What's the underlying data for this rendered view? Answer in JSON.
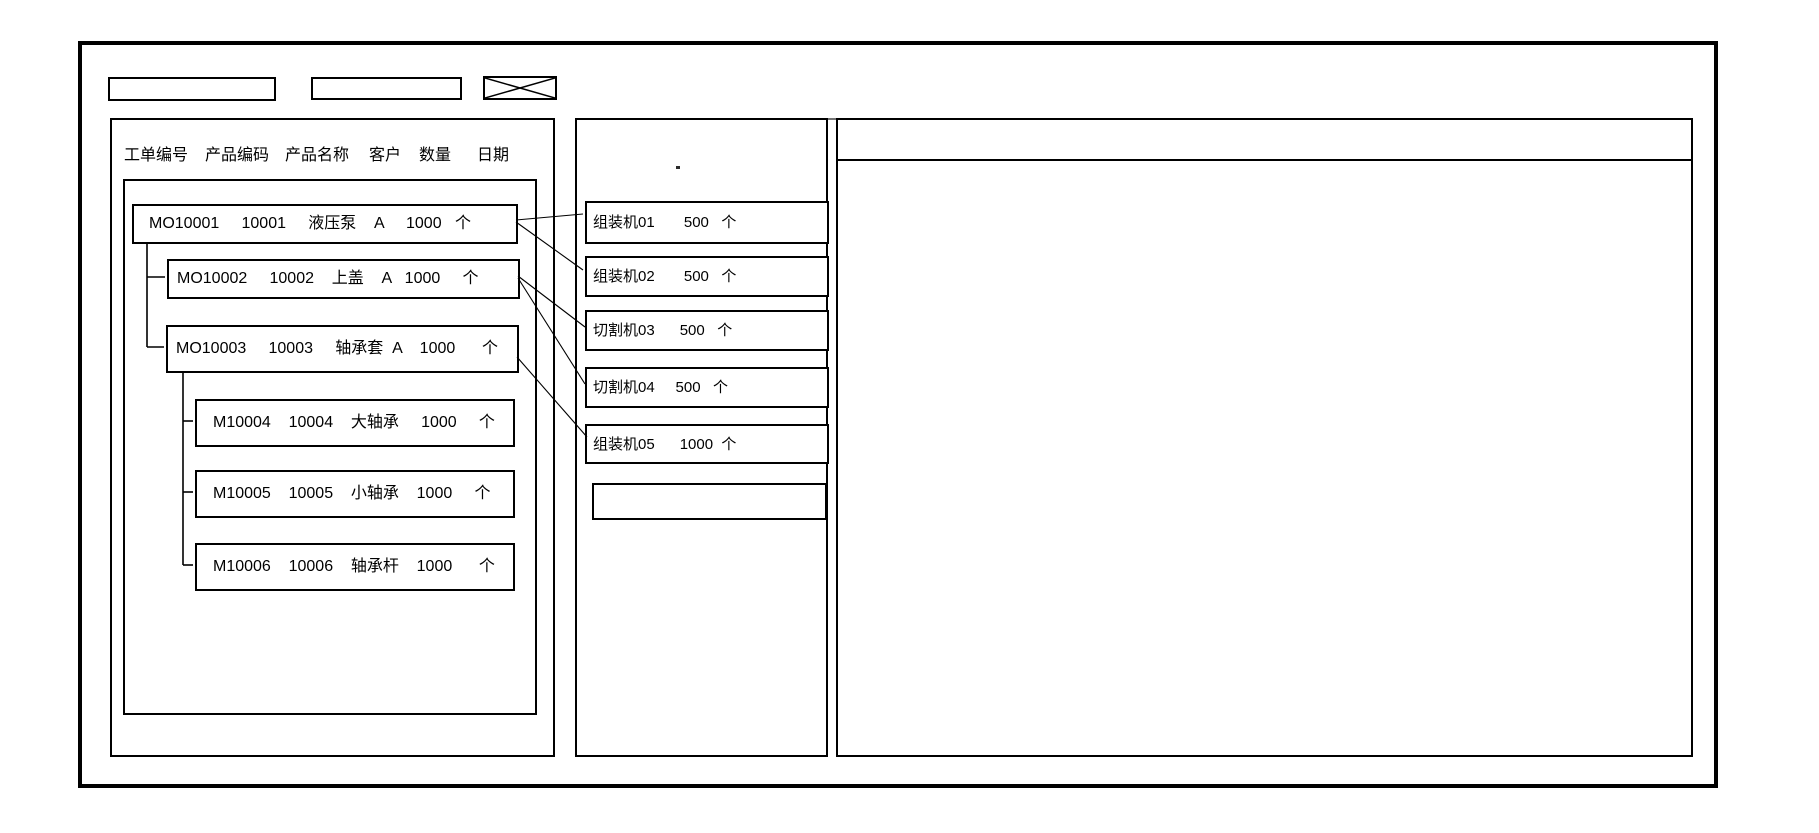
{
  "meta": {
    "background_color": "#ffffff",
    "line_color": "#000000"
  },
  "toolbar": {
    "input1_value": "",
    "input2_value": ""
  },
  "orders_panel": {
    "columns": [
      "工单编号",
      "产品编码",
      "产品名称",
      "客户",
      "数量",
      "日期"
    ],
    "orders": [
      {
        "wo": "MO10001",
        "code": "10001",
        "product": "液压泵",
        "customer": "A",
        "qty": "1000",
        "unit": "个",
        "text": "MO10001     10001     液压泵    A     1000   个"
      },
      {
        "wo": "MO10002",
        "code": "10002",
        "product": "上盖",
        "customer": "A",
        "qty": "1000",
        "unit": "个",
        "text": "MO10002     10002    上盖    A   1000     个"
      },
      {
        "wo": "MO10003",
        "code": "10003",
        "product": "轴承套",
        "customer": "A",
        "qty": "1000",
        "unit": "个",
        "text": "MO10003     10003     轴承套  A    1000      个"
      },
      {
        "wo": "M10004",
        "code": "10004",
        "product": "大轴承",
        "customer": "",
        "qty": "1000",
        "unit": "个",
        "text": "M10004    10004    大轴承     1000     个"
      },
      {
        "wo": "M10005",
        "code": "10005",
        "product": "小轴承",
        "customer": "",
        "qty": "1000",
        "unit": "个",
        "text": "M10005    10005    小轴承    1000     个"
      },
      {
        "wo": "M10006",
        "code": "10006",
        "product": "轴承杆",
        "customer": "",
        "qty": "1000",
        "unit": "个",
        "text": "M10006    10006    轴承杆    1000      个"
      }
    ]
  },
  "machines_panel": {
    "dot": ".",
    "machines": [
      {
        "name": "组装机01",
        "qty": "500",
        "unit": "个",
        "text": "组装机01       500   个"
      },
      {
        "name": "组装机02",
        "qty": "500",
        "unit": "个",
        "text": "组装机02       500   个"
      },
      {
        "name": "切割机03",
        "qty": "500",
        "unit": "个",
        "text": "切割机03      500   个"
      },
      {
        "name": "切割机04",
        "qty": "500",
        "unit": "个",
        "text": "切割机04     500   个"
      },
      {
        "name": "组装机05",
        "qty": "1000",
        "unit": "个",
        "text": "组装机05      1000  个"
      },
      {
        "name": "",
        "qty": "",
        "unit": "",
        "text": ""
      }
    ]
  },
  "detail_panel": {
    "content": ""
  },
  "assignments": [
    {
      "from": "MO10001",
      "to": "组装机01"
    },
    {
      "from": "MO10001",
      "to": "组装机02"
    },
    {
      "from": "MO10002",
      "to": "切割机03"
    },
    {
      "from": "MO10002",
      "to": "切割机04"
    },
    {
      "from": "MO10003",
      "to": "组装机05"
    }
  ]
}
